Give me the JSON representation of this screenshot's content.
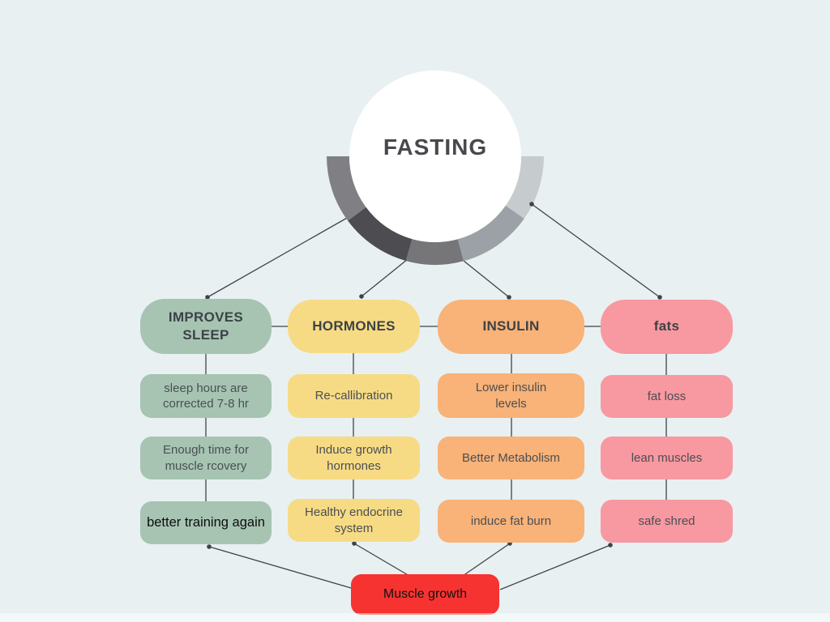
{
  "central": {
    "title": "FASTING"
  },
  "colors": {
    "background": "#e8f0f2",
    "line": "#3f4347",
    "hub_fill": "#ffffff",
    "footer_bg": "#f63331"
  },
  "arc": {
    "segments": [
      "#808084",
      "#4c4c51",
      "#767679",
      "#9ba1a6",
      "#c6cbce"
    ]
  },
  "branches": [
    {
      "header": "IMPROVES SLEEP",
      "color": "#a7c4b3",
      "items": [
        "sleep hours are corrected 7-8 hr",
        "Enough time for muscle rcovery",
        "better training again"
      ]
    },
    {
      "header": "HORMONES",
      "color": "#f7db84",
      "items": [
        "Re-callibration",
        "Induce growth hormones",
        "Healthy endocrine system"
      ]
    },
    {
      "header": "INSULIN",
      "color": "#f9b277",
      "items": [
        "Lower insulin levels",
        "Better Metabolism",
        "induce fat burn"
      ]
    },
    {
      "header": "fats",
      "color": "#f898a0",
      "items": [
        "fat loss",
        "lean muscles",
        "safe shred"
      ]
    }
  ],
  "footer": {
    "label": "Muscle growth"
  }
}
